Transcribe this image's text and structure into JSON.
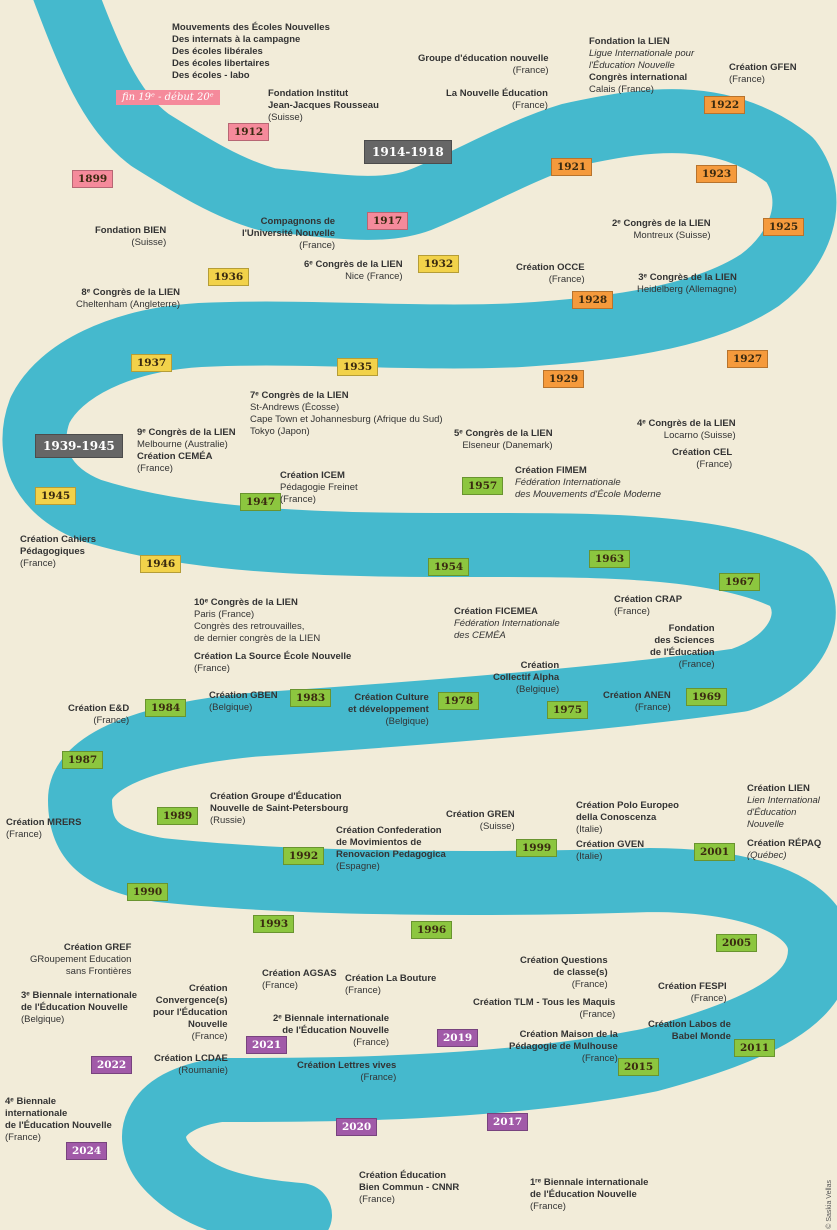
{
  "flags": [
    {
      "id": "fin",
      "text": "fin 19ᵉ - début 20ᵉ"
    },
    {
      "id": "1899",
      "text": "1899"
    },
    {
      "id": "1912",
      "text": "1912"
    },
    {
      "id": "1914",
      "text": "1914-1918"
    },
    {
      "id": "1917",
      "text": "1917"
    },
    {
      "id": "1921",
      "text": "1921"
    },
    {
      "id": "1922",
      "text": "1922"
    },
    {
      "id": "1923",
      "text": "1923"
    },
    {
      "id": "1925",
      "text": "1925"
    },
    {
      "id": "1928",
      "text": "1928"
    },
    {
      "id": "1932",
      "text": "1932"
    },
    {
      "id": "1936",
      "text": "1936"
    },
    {
      "id": "1937",
      "text": "1937"
    },
    {
      "id": "1935",
      "text": "1935"
    },
    {
      "id": "1929",
      "text": "1929"
    },
    {
      "id": "1927",
      "text": "1927"
    },
    {
      "id": "1939",
      "text": "1939-1945"
    },
    {
      "id": "1945",
      "text": "1945"
    },
    {
      "id": "1947",
      "text": "1947"
    },
    {
      "id": "1957",
      "text": "1957"
    },
    {
      "id": "1946",
      "text": "1946"
    },
    {
      "id": "1954",
      "text": "1954"
    },
    {
      "id": "1963",
      "text": "1963"
    },
    {
      "id": "1967",
      "text": "1967"
    },
    {
      "id": "1984",
      "text": "1984"
    },
    {
      "id": "1983",
      "text": "1983"
    },
    {
      "id": "1978",
      "text": "1978"
    },
    {
      "id": "1975",
      "text": "1975"
    },
    {
      "id": "1969",
      "text": "1969"
    },
    {
      "id": "1987",
      "text": "1987"
    },
    {
      "id": "1989",
      "text": "1989"
    },
    {
      "id": "1992",
      "text": "1992"
    },
    {
      "id": "1999",
      "text": "1999"
    },
    {
      "id": "2001",
      "text": "2001"
    },
    {
      "id": "1990",
      "text": "1990"
    },
    {
      "id": "1993",
      "text": "1993"
    },
    {
      "id": "1996",
      "text": "1996"
    },
    {
      "id": "2005",
      "text": "2005"
    },
    {
      "id": "2022",
      "text": "2022"
    },
    {
      "id": "2021",
      "text": "2021"
    },
    {
      "id": "2019",
      "text": "2019"
    },
    {
      "id": "2015",
      "text": "2015"
    },
    {
      "id": "2011",
      "text": "2011"
    },
    {
      "id": "2024",
      "text": "2024"
    },
    {
      "id": "2020",
      "text": "2020"
    },
    {
      "id": "2017",
      "text": "2017"
    }
  ],
  "events": [
    {
      "id": "e_mouv",
      "lines": [
        {
          "k": "t",
          "v": "Mouvements des Écoles Nouvelles"
        },
        {
          "k": "t",
          "v": "Des internats à la campagne"
        },
        {
          "k": "t",
          "v": "Des écoles libérales"
        },
        {
          "k": "t",
          "v": "Des écoles libertaires"
        },
        {
          "k": "t",
          "v": "Des écoles - labo"
        }
      ]
    },
    {
      "id": "e_bien",
      "lines": [
        {
          "k": "t",
          "v": "Fondation BIEN"
        },
        {
          "k": "s",
          "v": "(Suisse)"
        }
      ]
    },
    {
      "id": "e_rousseau",
      "lines": [
        {
          "k": "t",
          "v": "Fondation Institut"
        },
        {
          "k": "t",
          "v": "Jean-Jacques Rousseau"
        },
        {
          "k": "s",
          "v": "(Suisse)"
        }
      ]
    },
    {
      "id": "e_compagnons",
      "lines": [
        {
          "k": "t",
          "v": "Compagnons de"
        },
        {
          "k": "t",
          "v": "l'Université Nouvelle"
        },
        {
          "k": "s",
          "v": "(France)"
        }
      ]
    },
    {
      "id": "e_gen",
      "lines": [
        {
          "k": "t",
          "v": "Groupe d'éducation nouvelle"
        },
        {
          "k": "s",
          "v": "(France)"
        }
      ]
    },
    {
      "id": "e_nouvedu",
      "lines": [
        {
          "k": "t",
          "v": "La Nouvelle Éducation"
        },
        {
          "k": "s",
          "v": "(France)"
        }
      ]
    },
    {
      "id": "e_lien",
      "lines": [
        {
          "k": "t",
          "v": "Fondation la LIEN"
        },
        {
          "k": "i",
          "v": "Ligue Internationale pour"
        },
        {
          "k": "i",
          "v": "l'Éducation Nouvelle"
        },
        {
          "k": "t",
          "v": "Congrès international"
        },
        {
          "k": "s",
          "v": "Calais (France)"
        }
      ]
    },
    {
      "id": "e_gfen",
      "lines": [
        {
          "k": "t",
          "v": "Création GFEN"
        },
        {
          "k": "s",
          "v": "(France)"
        }
      ]
    },
    {
      "id": "e_c2",
      "lines": [
        {
          "k": "t",
          "v": "2ᵉ Congrès de la LIEN"
        },
        {
          "k": "s",
          "v": "Montreux (Suisse)"
        }
      ]
    },
    {
      "id": "e_occe",
      "lines": [
        {
          "k": "t",
          "v": "Création OCCE"
        },
        {
          "k": "s",
          "v": "(France)"
        }
      ]
    },
    {
      "id": "e_c3",
      "lines": [
        {
          "k": "t",
          "v": "3ᵉ Congrès de la LIEN"
        },
        {
          "k": "s",
          "v": "Heidelberg (Allemagne)"
        }
      ]
    },
    {
      "id": "e_c6",
      "lines": [
        {
          "k": "t",
          "v": "6ᵉ Congrès de la LIEN"
        },
        {
          "k": "s",
          "v": "Nice (France)"
        }
      ]
    },
    {
      "id": "e_c8",
      "lines": [
        {
          "k": "t",
          "v": "8ᵉ Congrès de la LIEN"
        },
        {
          "k": "s",
          "v": "Cheltenham (Angleterre)"
        }
      ]
    },
    {
      "id": "e_c7",
      "lines": [
        {
          "k": "t",
          "v": "7ᵉ Congrès de la LIEN"
        },
        {
          "k": "s",
          "v": "St-Andrews (Écosse)"
        },
        {
          "k": "s",
          "v": "Cape Town et Johannesburg (Afrique du Sud)"
        },
        {
          "k": "s",
          "v": "Tokyo (Japon)"
        }
      ]
    },
    {
      "id": "e_c9",
      "lines": [
        {
          "k": "t",
          "v": "9ᵉ Congrès de la LIEN"
        },
        {
          "k": "s",
          "v": "Melbourne (Australie)"
        },
        {
          "k": "t",
          "v": "Création CEMÉA"
        },
        {
          "k": "s",
          "v": "(France)"
        }
      ]
    },
    {
      "id": "e_c5",
      "lines": [
        {
          "k": "t",
          "v": "5ᵉ Congrès de la LIEN"
        },
        {
          "k": "s",
          "v": "Elseneur (Danemark)"
        }
      ]
    },
    {
      "id": "e_c4",
      "lines": [
        {
          "k": "t",
          "v": "4ᵉ Congrès de la LIEN"
        },
        {
          "k": "s",
          "v": "Locarno (Suisse)"
        }
      ]
    },
    {
      "id": "e_cel",
      "lines": [
        {
          "k": "t",
          "v": "Création CEL"
        },
        {
          "k": "s",
          "v": "(France)"
        }
      ]
    },
    {
      "id": "e_cahiers",
      "lines": [
        {
          "k": "t",
          "v": "Création Cahiers"
        },
        {
          "k": "t",
          "v": "Pédagogiques"
        },
        {
          "k": "s",
          "v": "(France)"
        }
      ]
    },
    {
      "id": "e_icem",
      "lines": [
        {
          "k": "t",
          "v": "Création ICEM"
        },
        {
          "k": "s",
          "v": "Pédagogie Freinet"
        },
        {
          "k": "s",
          "v": "(France)"
        }
      ]
    },
    {
      "id": "e_fimem",
      "lines": [
        {
          "k": "t",
          "v": "Création FIMEM"
        },
        {
          "k": "i",
          "v": "Fédération Internationale"
        },
        {
          "k": "i",
          "v": "des Mouvements d'École Moderne"
        }
      ]
    },
    {
      "id": "e_c10",
      "lines": [
        {
          "k": "t",
          "v": "10ᵉ Congrès de la LIEN"
        },
        {
          "k": "s",
          "v": "Paris (France)"
        },
        {
          "k": "s",
          "v": "Congrès des retrouvailles,"
        },
        {
          "k": "s",
          "v": "de dernier congrès de la LIEN"
        }
      ]
    },
    {
      "id": "e_source",
      "lines": [
        {
          "k": "t",
          "v": "Création La Source École Nouvelle"
        },
        {
          "k": "s",
          "v": "(France)"
        }
      ]
    },
    {
      "id": "e_ficemea",
      "lines": [
        {
          "k": "t",
          "v": "Création FICEMEA"
        },
        {
          "k": "i",
          "v": "Fédération Internationale"
        },
        {
          "k": "i",
          "v": "des CEMÉA"
        }
      ]
    },
    {
      "id": "e_crap",
      "lines": [
        {
          "k": "t",
          "v": "Création CRAP"
        },
        {
          "k": "s",
          "v": "(France)"
        }
      ]
    },
    {
      "id": "e_fsce",
      "lines": [
        {
          "k": "t",
          "v": "Fondation"
        },
        {
          "k": "t",
          "v": "des Sciences"
        },
        {
          "k": "t",
          "v": "de l'Éducation"
        },
        {
          "k": "s",
          "v": "(France)"
        }
      ]
    },
    {
      "id": "e_ed",
      "lines": [
        {
          "k": "t",
          "v": "Création E&D"
        },
        {
          "k": "s",
          "v": "(France)"
        }
      ]
    },
    {
      "id": "e_gben",
      "lines": [
        {
          "k": "t",
          "v": "Création GBEN"
        },
        {
          "k": "s",
          "v": "(Belgique)"
        }
      ]
    },
    {
      "id": "e_culture",
      "lines": [
        {
          "k": "t",
          "v": "Création Culture"
        },
        {
          "k": "t",
          "v": "et développement"
        },
        {
          "k": "s",
          "v": "(Belgique)"
        }
      ]
    },
    {
      "id": "e_alpha",
      "lines": [
        {
          "k": "t",
          "v": "Création"
        },
        {
          "k": "t",
          "v": "Collectif Alpha"
        },
        {
          "k": "s",
          "v": "(Belgique)"
        }
      ]
    },
    {
      "id": "e_anen",
      "lines": [
        {
          "k": "t",
          "v": "Création ANEN"
        },
        {
          "k": "s",
          "v": "(France)"
        }
      ]
    },
    {
      "id": "e_mrers",
      "lines": [
        {
          "k": "t",
          "v": "Création MRERS"
        },
        {
          "k": "s",
          "v": "(France)"
        }
      ]
    },
    {
      "id": "e_stpete",
      "lines": [
        {
          "k": "t",
          "v": "Création Groupe d'Éducation"
        },
        {
          "k": "t",
          "v": "Nouvelle de Saint-Petersbourg"
        },
        {
          "k": "s",
          "v": "(Russie)"
        }
      ]
    },
    {
      "id": "e_movi",
      "lines": [
        {
          "k": "t",
          "v": "Création Confederation"
        },
        {
          "k": "t",
          "v": "de Movimientos de"
        },
        {
          "k": "t",
          "v": "Renovacion Pedagogica"
        },
        {
          "k": "s",
          "v": "(Espagne)"
        }
      ]
    },
    {
      "id": "e_gren",
      "lines": [
        {
          "k": "t",
          "v": "Création GREN"
        },
        {
          "k": "s",
          "v": "(Suisse)"
        }
      ]
    },
    {
      "id": "e_polo",
      "lines": [
        {
          "k": "t",
          "v": "Création Polo Europeo"
        },
        {
          "k": "t",
          "v": "della Conoscenza"
        },
        {
          "k": "s",
          "v": "(Italie)"
        }
      ]
    },
    {
      "id": "e_gven",
      "lines": [
        {
          "k": "t",
          "v": "Création GVEN"
        },
        {
          "k": "s",
          "v": "(Italie)"
        }
      ]
    },
    {
      "id": "e_lien2",
      "lines": [
        {
          "k": "t",
          "v": "Création LIEN"
        },
        {
          "k": "i",
          "v": "Lien International"
        },
        {
          "k": "i",
          "v": "d'Éducation"
        },
        {
          "k": "i",
          "v": "Nouvelle"
        }
      ]
    },
    {
      "id": "e_repaq",
      "lines": [
        {
          "k": "t",
          "v": "Création RÉPAQ"
        },
        {
          "k": "i",
          "v": "(Québec)"
        }
      ]
    },
    {
      "id": "e_gref",
      "lines": [
        {
          "k": "t",
          "v": "Création GREF"
        },
        {
          "k": "s",
          "v": "GRoupement Education"
        },
        {
          "k": "s",
          "v": "sans Frontières"
        }
      ]
    },
    {
      "id": "e_agsas",
      "lines": [
        {
          "k": "t",
          "v": "Création AGSAS"
        },
        {
          "k": "s",
          "v": "(France)"
        }
      ]
    },
    {
      "id": "e_bouture",
      "lines": [
        {
          "k": "t",
          "v": "Création La Bouture"
        },
        {
          "k": "s",
          "v": "(France)"
        }
      ]
    },
    {
      "id": "e_qdc",
      "lines": [
        {
          "k": "t",
          "v": "Création Questions"
        },
        {
          "k": "t",
          "v": "de classe(s)"
        },
        {
          "k": "s",
          "v": "(France)"
        }
      ]
    },
    {
      "id": "e_tlm",
      "lines": [
        {
          "k": "t",
          "v": "Création TLM - Tous les Maquis"
        },
        {
          "k": "s",
          "v": "(France)"
        }
      ]
    },
    {
      "id": "e_maison",
      "lines": [
        {
          "k": "t",
          "v": "Création Maison de la"
        },
        {
          "k": "t",
          "v": "Pédagogie de Mulhouse"
        },
        {
          "k": "s",
          "v": "(France)"
        }
      ]
    },
    {
      "id": "e_fespi",
      "lines": [
        {
          "k": "t",
          "v": "Création FESPI"
        },
        {
          "k": "s",
          "v": "(France)"
        }
      ]
    },
    {
      "id": "e_labos",
      "lines": [
        {
          "k": "t",
          "v": "Création Labos de"
        },
        {
          "k": "t",
          "v": "Babel Monde"
        }
      ]
    },
    {
      "id": "e_b3",
      "lines": [
        {
          "k": "t",
          "v": "3ᵉ Biennale internationale"
        },
        {
          "k": "t",
          "v": "de l'Éducation Nouvelle"
        },
        {
          "k": "s",
          "v": "(Belgique)"
        }
      ]
    },
    {
      "id": "e_conv",
      "lines": [
        {
          "k": "t",
          "v": "Création"
        },
        {
          "k": "t",
          "v": "Convergence(s)"
        },
        {
          "k": "t",
          "v": "pour l'Éducation"
        },
        {
          "k": "t",
          "v": "Nouvelle"
        },
        {
          "k": "s",
          "v": "(France)"
        }
      ]
    },
    {
      "id": "e_lcdae",
      "lines": [
        {
          "k": "t",
          "v": "Création LCDAE"
        },
        {
          "k": "s",
          "v": "(Roumanie)"
        }
      ]
    },
    {
      "id": "e_b2",
      "lines": [
        {
          "k": "t",
          "v": "2ᵉ Biennale internationale"
        },
        {
          "k": "t",
          "v": "de l'Éducation Nouvelle"
        },
        {
          "k": "s",
          "v": "(France)"
        }
      ]
    },
    {
      "id": "e_lettres",
      "lines": [
        {
          "k": "t",
          "v": "Création Lettres vives"
        },
        {
          "k": "s",
          "v": "(France)"
        }
      ]
    },
    {
      "id": "e_b4",
      "lines": [
        {
          "k": "t",
          "v": "4ᵉ Biennale"
        },
        {
          "k": "t",
          "v": "internationale"
        },
        {
          "k": "t",
          "v": "de l'Éducation Nouvelle"
        },
        {
          "k": "s",
          "v": "(France)"
        }
      ]
    },
    {
      "id": "e_cnnr",
      "lines": [
        {
          "k": "t",
          "v": "Création Éducation"
        },
        {
          "k": "t",
          "v": "Bien Commun - CNNR"
        },
        {
          "k": "s",
          "v": "(France)"
        }
      ]
    },
    {
      "id": "e_b1",
      "lines": [
        {
          "k": "t",
          "v": "1ʳᵉ Biennale internationale"
        },
        {
          "k": "t",
          "v": "de l'Éducation Nouvelle"
        },
        {
          "k": "s",
          "v": "(France)"
        }
      ]
    }
  ],
  "credit": "© Saskia Vellas",
  "colors": {
    "river": "#45b9cd",
    "background": "#f2ecd9",
    "pink": "#f58a9b",
    "orange": "#f59a3c",
    "yellow": "#f2d24a",
    "green": "#8cc63f",
    "purple": "#a15aa8"
  }
}
